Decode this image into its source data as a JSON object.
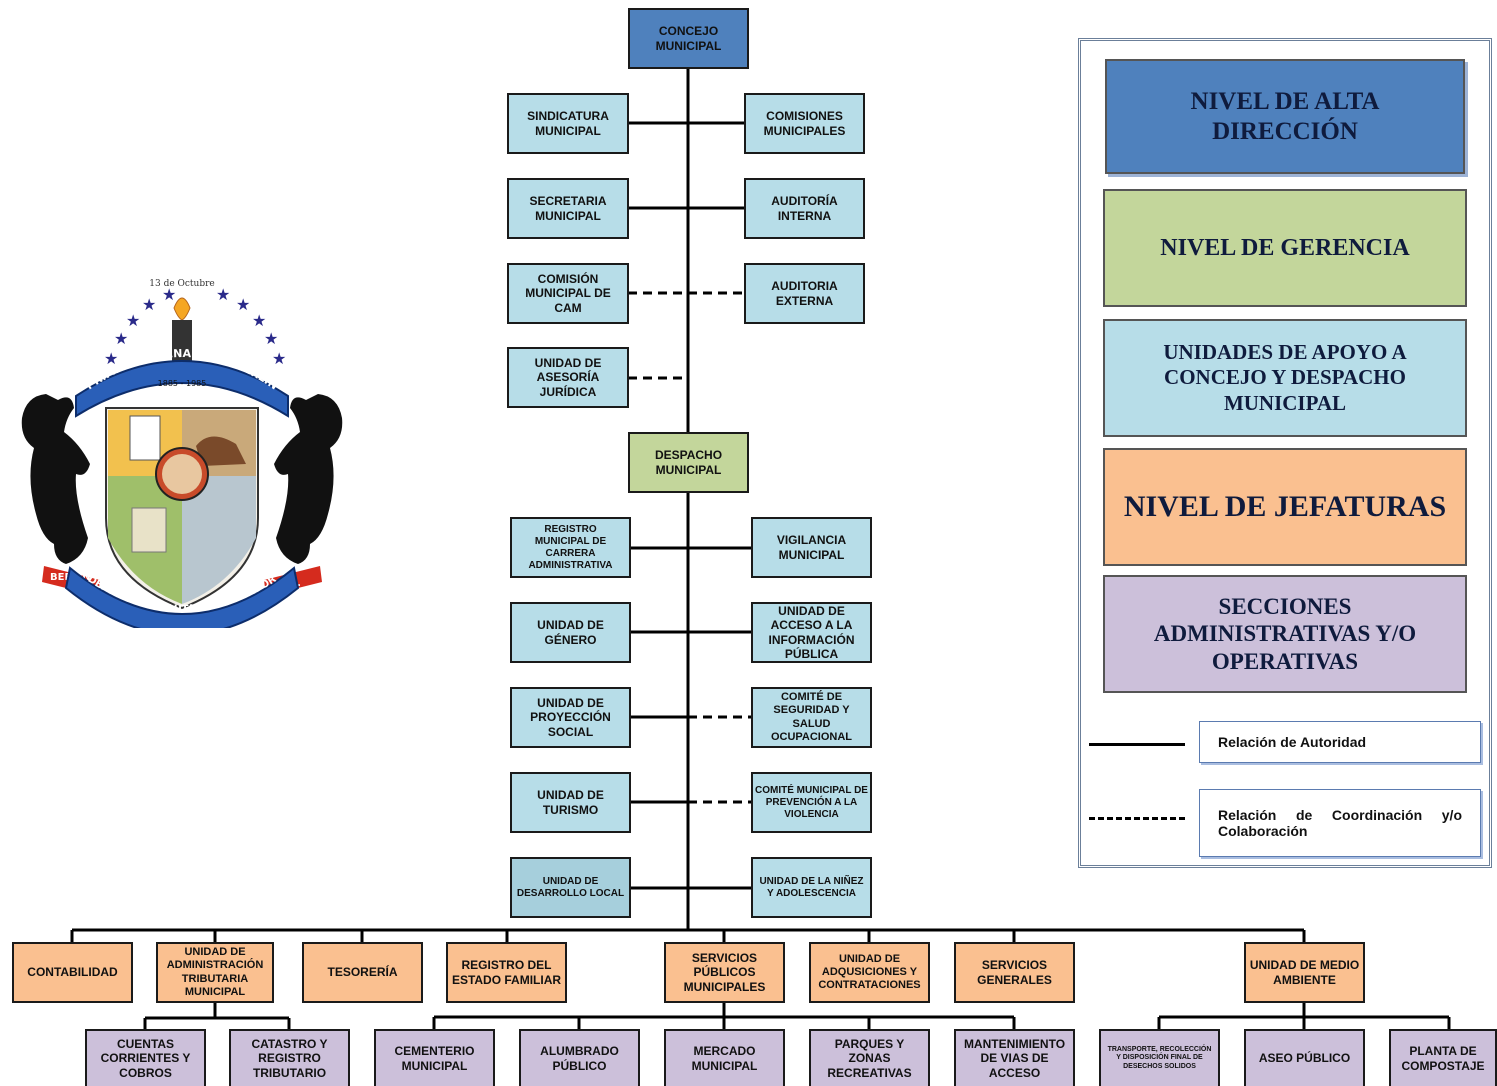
{
  "alta": {
    "concejo": "CONCEJO MUNICIPAL"
  },
  "apoyo_concejo": {
    "sindicatura": "SINDICATURA MUNICIPAL",
    "comisiones": "COMISIONES MUNICIPALES",
    "secretaria": "SECRETARIA MUNICIPAL",
    "auditoria_interna": "AUDITORÍA INTERNA",
    "cam": "COMISIÓN MUNICIPAL DE CAM",
    "auditoria_externa": "AUDITORIA EXTERNA",
    "asesoria": "UNIDAD DE ASESORÍA JURÍDICA"
  },
  "gerencia": {
    "despacho": "DESPACHO MUNICIPAL"
  },
  "apoyo_despacho": {
    "registro_carrera": "REGISTRO MUNICIPAL DE CARRERA ADMINISTRATIVA",
    "vigilancia": "VIGILANCIA MUNICIPAL",
    "genero": "UNIDAD DE GÉNERO",
    "acceso_info": "UNIDAD DE ACCESO A LA INFORMACIÓN PÚBLICA",
    "proyeccion": "UNIDAD DE PROYECCIÓN SOCIAL",
    "seguridad": "COMITÉ DE SEGURIDAD Y SALUD OCUPACIONAL",
    "turismo": "UNIDAD DE TURISMO",
    "prevencion": "COMITÉ MUNICIPAL DE PREVENCIÓN A LA VIOLENCIA",
    "desarrollo": "UNIDAD DE DESARROLLO LOCAL",
    "ninez": "UNIDAD DE LA NIÑEZ Y ADOLESCENCIA"
  },
  "jefaturas": {
    "contabilidad": "CONTABILIDAD",
    "uat": "UNIDAD DE ADMINISTRACIÓN TRIBUTARIA MUNICIPAL",
    "tesoreria": "TESORERÍA",
    "registro_familiar": "REGISTRO DEL ESTADO FAMILIAR",
    "servicios_publicos": "SERVICIOS PÚBLICOS MUNICIPALES",
    "adquisiciones": "UNIDAD DE ADQUSICIONES Y CONTRATACIONES",
    "servicios_generales": "SERVICIOS GENERALES",
    "medio_ambiente": "UNIDAD DE MEDIO AMBIENTE"
  },
  "secciones": {
    "cuentas": "CUENTAS CORRIENTES Y COBROS",
    "catastro": "CATASTRO Y REGISTRO TRIBUTARIO",
    "cementerio": "CEMENTERIO MUNICIPAL",
    "alumbrado": "ALUMBRADO PÚBLICO",
    "mercado": "MERCADO MUNICIPAL",
    "parques": "PARQUES Y ZONAS RECREATIVAS",
    "mantenimiento": "MANTENIMIENTO DE VIAS DE ACCESO",
    "transporte": "TRANSPORTE, RECOLECCIÓN Y DISPOSICIÓN FINAL DE DESECHOS SOLIDOS",
    "aseo": "ASEO PÚBLICO",
    "compostaje": "PLANTA DE COMPOSTAJE"
  },
  "legend": {
    "alta": "NIVEL DE ALTA DIRECCIÓN",
    "gerencia": "NIVEL DE GERENCIA",
    "apoyo": "UNIDADES DE APOYO A CONCEJO Y DESPACHO MUNICIPAL",
    "jefaturas": "NIVEL DE JEFATURAS",
    "secciones": "SECCIONES ADMINISTRATIVAS Y/O OPERATIVAS",
    "autoridad": "Relación de Autoridad",
    "coordinacion": "Relación de Coordinación y/o Colaboración"
  },
  "crest": {
    "ribbon": "PRIMER CENTENARIO DE BERLIN",
    "years": "1885 - 1985",
    "date": "13 de Octubre",
    "left_band": "BERLIN",
    "right_band": "C.A.",
    "bottom": "DEPTO. DE USULUTAN EL SALVADOR"
  },
  "colors": {
    "alta": "#4f81bd",
    "gerencia": "#c3d69b",
    "apoyo": "#b7dde8",
    "jefaturas": "#fac090",
    "secciones": "#ccc0da"
  }
}
